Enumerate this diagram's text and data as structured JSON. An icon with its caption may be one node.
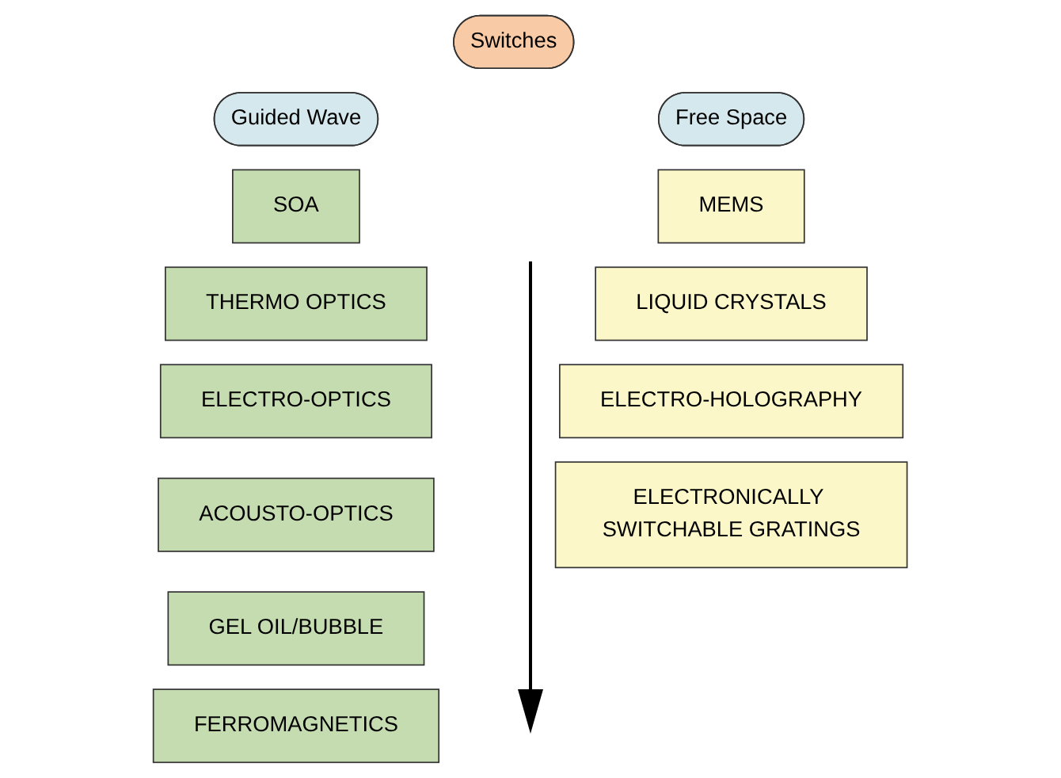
{
  "diagram": {
    "nodes": [
      {
        "text": [
          "Switches"
        ]
      },
      {
        "text": [
          "Guided Wave"
        ]
      },
      {
        "text": [
          "Free Space"
        ]
      },
      {
        "text": [
          "SOA"
        ]
      },
      {
        "text": [
          "THERMO OPTICS"
        ]
      },
      {
        "text": [
          "ELECTRO-OPTICS"
        ]
      },
      {
        "text": [
          "ACOUSTO-OPTICS"
        ]
      },
      {
        "text": [
          "GEL OIL/BUBBLE"
        ]
      },
      {
        "text": [
          "FERROMAGNETICS"
        ]
      },
      {
        "text": [
          "MEMS"
        ]
      },
      {
        "text": [
          "LIQUID CRYSTALS"
        ]
      },
      {
        "text": [
          "ELECTRO-HOLOGRAPHY"
        ]
      },
      {
        "text": [
          "ELECTRONICALLY SWITCHABLE GRATINGS"
        ]
      }
    ],
    "edges": []
  }
}
